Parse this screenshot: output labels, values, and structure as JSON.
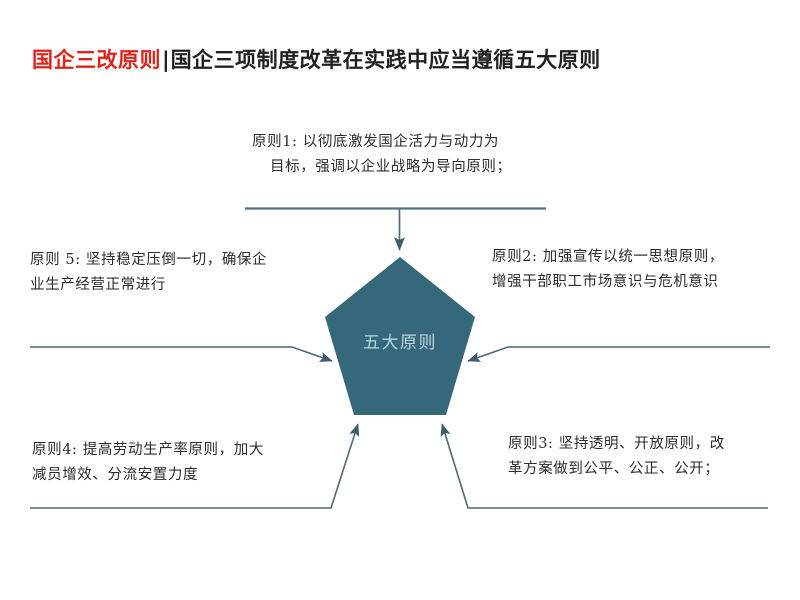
{
  "header": {
    "accent_text": "国企三改原则",
    "separator": "|",
    "main_text": "国企三项制度改革在实践中应当遵循五大原则",
    "accent_color": "#e0231a",
    "text_color": "#231f1f"
  },
  "diagram": {
    "type": "radial-converging-arrows",
    "center_shape": "pentagon",
    "center_label": "五大原则",
    "center_fill": "#36687c",
    "center_label_color": "#bcd7e0",
    "connector_color": "#4a6b77",
    "arrow_count": 5,
    "principles": [
      {
        "id": "principle-1",
        "label": "原则1:",
        "position": "top",
        "lines": [
          "原则1: 以彻底激发国企活力与动力为",
          "目标，强调以企业战略为导向原则；"
        ]
      },
      {
        "id": "principle-2",
        "label": "原则2:",
        "position": "right-upper",
        "lines": [
          "原则2: 加强宣传以统一思想原则，",
          "增强干部职工市场意识与危机意识"
        ]
      },
      {
        "id": "principle-3",
        "label": "原则3:",
        "position": "right-lower",
        "lines": [
          "原则3: 坚持透明、开放原则，改",
          "革方案做到公平、公正、公开；"
        ]
      },
      {
        "id": "principle-4",
        "label": "原则4:",
        "position": "left-lower",
        "lines": [
          "原则4: 提高劳动生产率原则，加大",
          "减员增效、分流安置力度"
        ]
      },
      {
        "id": "principle-5",
        "label": "原则 5:",
        "position": "left-upper",
        "lines": [
          "原则 5: 坚持稳定压倒一切，确保企",
          "业生产经营正常进行"
        ]
      }
    ]
  }
}
